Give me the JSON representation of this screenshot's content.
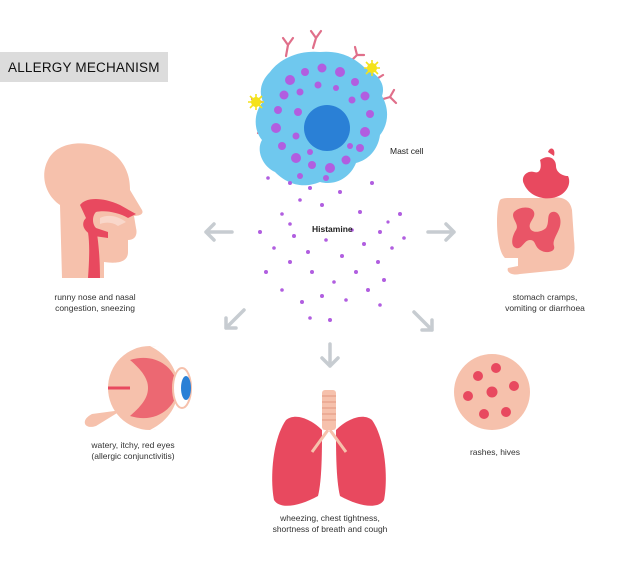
{
  "title": "ALLERGY MECHANISM",
  "labels": {
    "mast_cell": "Mast cell",
    "histamine": "Histamine"
  },
  "captions": {
    "nose": [
      "runny nose and nasal",
      "congestion, sneezing"
    ],
    "stomach": [
      "stomach cramps,",
      "vomiting or diarrhoea"
    ],
    "eye": [
      "watery, itchy, red eyes",
      "(allergic conjunctivitis)"
    ],
    "lungs": [
      "wheezing, chest tightness,",
      "shortness of breath and cough"
    ],
    "skin": [
      "rashes, hives"
    ]
  },
  "colors": {
    "cell": "#6fc8ee",
    "nucleus": "#2a80d6",
    "granule": "#b15ee0",
    "receptor": "#e06f8a",
    "allergen": "#f4e21b",
    "tissue_light": "#f6c1ac",
    "tissue_dark": "#e8495f",
    "arrow": "#c7ccd1"
  },
  "icons": [
    "mast-cell-icon",
    "head-nose-icon",
    "stomach-intestine-icon",
    "eye-icon",
    "lungs-icon",
    "skin-rash-icon"
  ]
}
